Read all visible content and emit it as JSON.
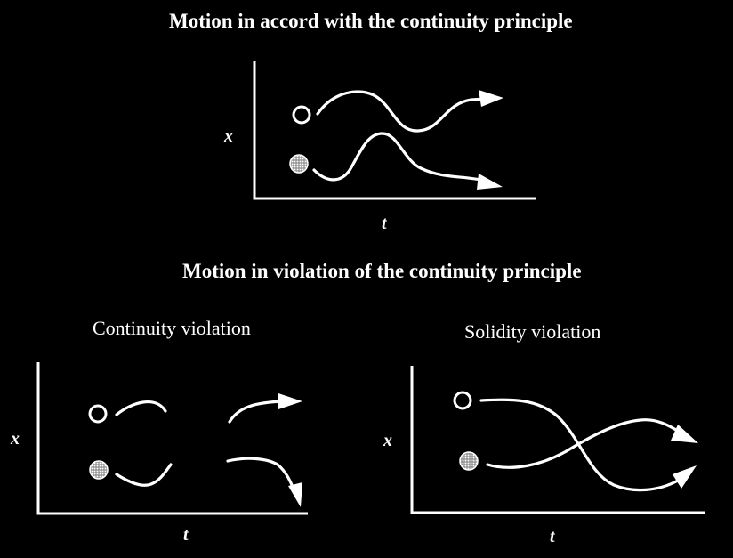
{
  "top": {
    "title": "Motion in accord with the continuity principle",
    "x_label": "x",
    "t_label": "t"
  },
  "bottom": {
    "title": "Motion in violation of the continuity principle",
    "continuity": {
      "title": "Continuity violation",
      "x_label": "x",
      "t_label": "t"
    },
    "solidity": {
      "title": "Solidity violation",
      "x_label": "x",
      "t_label": "t"
    }
  },
  "colors": {
    "background": "#000000",
    "stroke": "#ffffff",
    "hollow_object": "#ffffff",
    "textured_object": "#bdbdbd"
  }
}
